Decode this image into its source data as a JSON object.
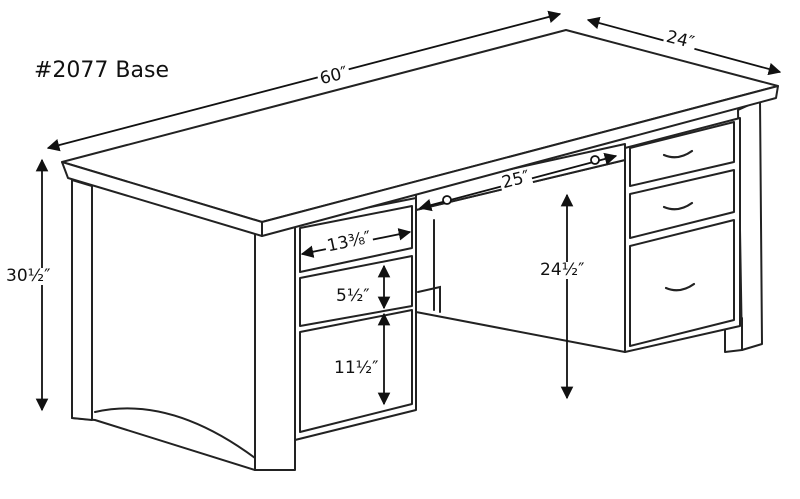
{
  "title": "#2077 Base",
  "dimensions": {
    "width": "60″",
    "depth": "24″",
    "height": "30½″",
    "kneehole_width": "25″",
    "kneehole_height": "24½″",
    "drawer_width": "13⅜″",
    "drawer_small_height": "5½″",
    "drawer_large_height": "11½″"
  }
}
